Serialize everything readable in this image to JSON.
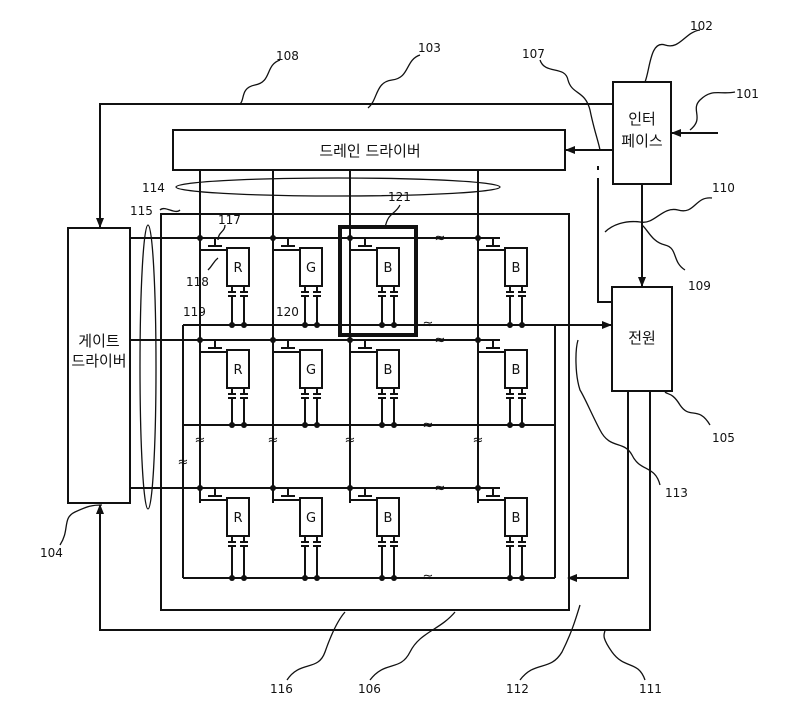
{
  "blocks": {
    "interface": [
      "인터",
      "페이스"
    ],
    "drain_driver": "드레인 드라이버",
    "gate_driver": [
      "게이트",
      "드라이버"
    ],
    "power": "전원"
  },
  "pixels": {
    "row1": [
      "R",
      "G",
      "B",
      "B"
    ],
    "row2": [
      "R",
      "G",
      "B",
      "B"
    ],
    "row3": [
      "R",
      "G",
      "B",
      "B"
    ]
  },
  "refs": {
    "r101": "101",
    "r102": "102",
    "r103": "103",
    "r104": "104",
    "r105": "105",
    "r106": "106",
    "r107": "107",
    "r108": "108",
    "r109": "109",
    "r110": "110",
    "r111": "111",
    "r112": "112",
    "r113": "113",
    "r114": "114",
    "r115": "115",
    "r116": "116",
    "r117": "117",
    "r118": "118",
    "r119": "119",
    "r120": "120",
    "r121": "121"
  },
  "break_mark": "≈"
}
